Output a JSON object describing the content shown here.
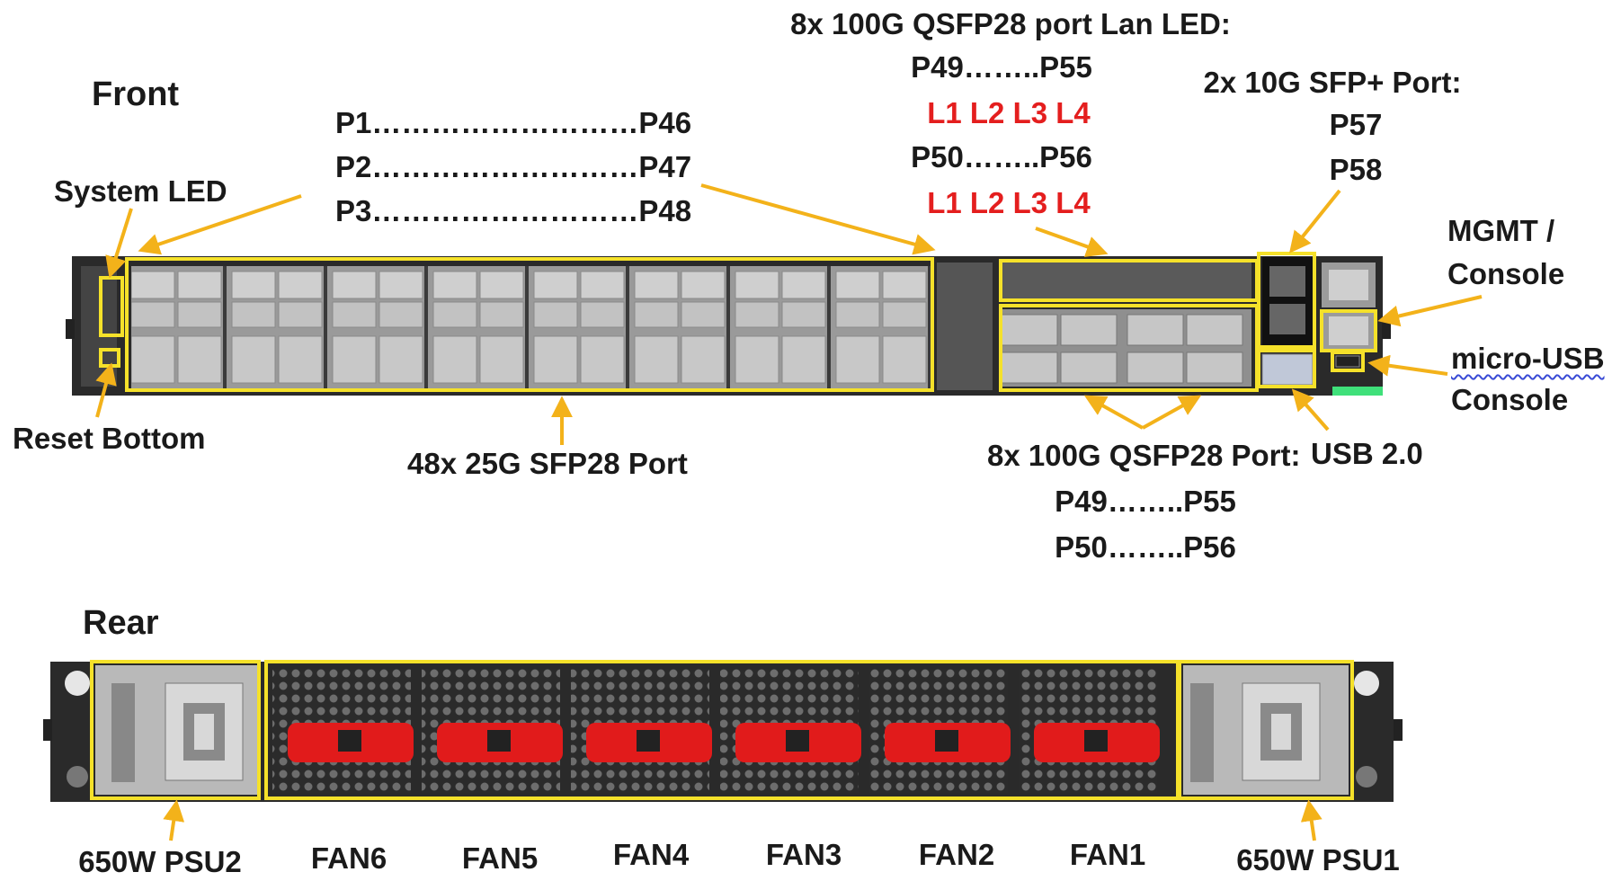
{
  "front": {
    "heading": "Front",
    "system_led": "System LED",
    "reset_button": "Reset Bottom",
    "sfp28_rows": [
      "P1………………………P46",
      "P2………………………P47",
      "P3………………………P48"
    ],
    "sfp28_caption": "48x 25G SFP28 Port",
    "lan_led_title": "8x 100G QSFP28 port Lan LED:",
    "lan_led_rows": [
      "P49……..P55",
      "L1 L2 L3 L4",
      "P50……..P56",
      "L1 L2 L3 L4"
    ],
    "sfp_plus_title": "2x 10G SFP+ Port:",
    "sfp_plus_ports": [
      "P57",
      "P58"
    ],
    "mgmt_console": [
      "MGMT /",
      "Console"
    ],
    "micro_usb": [
      "micro-USB",
      "Console"
    ],
    "qsfp28_title": "8x 100G QSFP28 Port:",
    "qsfp28_rows": [
      "P49……..P55",
      "P50……..P56"
    ],
    "usb": "USB 2.0"
  },
  "rear": {
    "heading": "Rear",
    "psu_left": "650W PSU2",
    "psu_right": "650W PSU1",
    "fans": [
      "FAN6",
      "FAN5",
      "FAN4",
      "FAN3",
      "FAN2",
      "FAN1"
    ]
  },
  "colors": {
    "highlight": "#f5e12a",
    "arrow": "#f3b21a",
    "chassis": "#2a2a2a",
    "port_gray": "#bcbcbc",
    "fan_red": "#e11b1b",
    "led_red": "#e41e1e"
  }
}
